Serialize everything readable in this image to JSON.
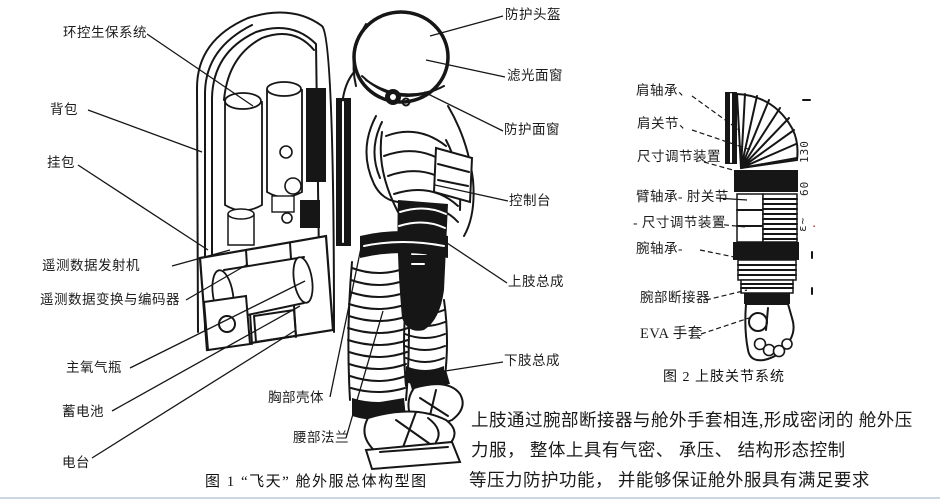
{
  "document": {
    "background": "#ffffff",
    "ink_color": "#161616",
    "divider_color": "#ccd7e3",
    "red_accent": "#b23322"
  },
  "figure1": {
    "caption": "图 1 “飞天” 舱外服总体构型图",
    "labels_left": [
      {
        "text": "环控生保系统"
      },
      {
        "text": "背包"
      },
      {
        "text": "挂包"
      },
      {
        "text": "遥测数据发射机"
      },
      {
        "text": "遥测数据变换与编码器"
      },
      {
        "text": "主氧气瓶"
      },
      {
        "text": "蓄电池"
      },
      {
        "text": "电台"
      },
      {
        "text": "胸部壳体"
      },
      {
        "text": "腰部法兰"
      }
    ],
    "labels_right": [
      {
        "text": "防护头盔"
      },
      {
        "text": "滤光面窗"
      },
      {
        "text": "防护面窗"
      },
      {
        "text": "控制台"
      },
      {
        "text": "上肢总成"
      },
      {
        "text": "下肢总成"
      }
    ]
  },
  "figure2": {
    "caption": "图 2 上肢关节系统",
    "labels": [
      {
        "text": "肩轴承、"
      },
      {
        "text": "肩关节、"
      },
      {
        "text": "尺寸调节装置"
      },
      {
        "text": "臂轴承- 肘关节"
      },
      {
        "text": "- 尺寸调节装置"
      },
      {
        "text": "腕轴承-"
      },
      {
        "text": "腕部断接器"
      },
      {
        "text": "EVA 手套"
      }
    ],
    "dimension_marks": [
      {
        "text": "130"
      },
      {
        "text": "60"
      },
      {
        "text": "ε~"
      }
    ],
    "red_mark": "▪"
  },
  "paragraph": {
    "lines": [
      {
        "text": "上肢通过腕部断接器与舱外手套相连,形成密闭的 舱外压"
      },
      {
        "text": "力服， 整体上具有气密、 承压、 结构形态控制"
      },
      {
        "text": "等压力防护功能， 并能够保证舱外服具有满足要求"
      }
    ]
  }
}
